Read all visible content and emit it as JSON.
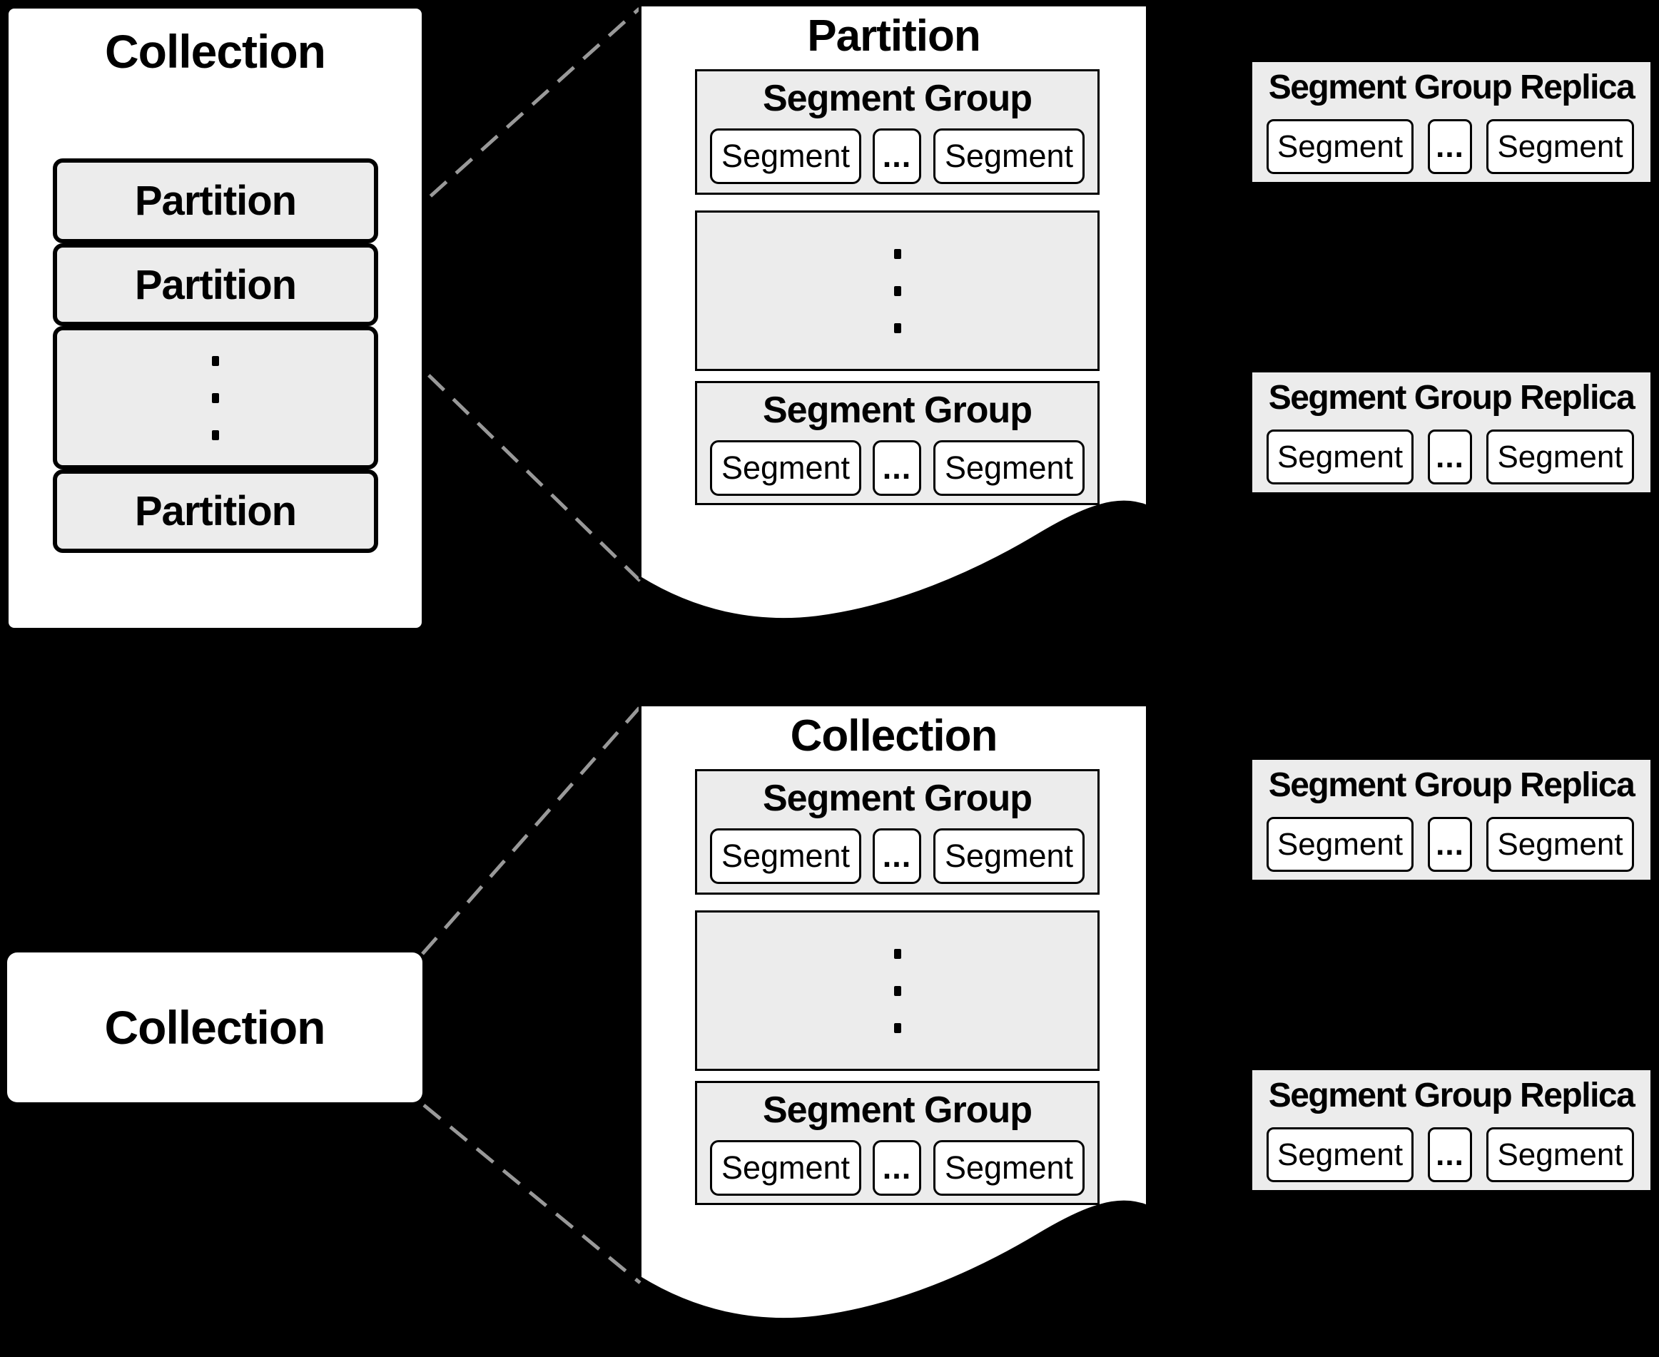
{
  "colors": {
    "background": "#000000",
    "panel_fill": "#ffffff",
    "box_fill": "#ececec",
    "border": "#000000",
    "dash_line": "#999999"
  },
  "left_card": {
    "title": "Collection",
    "partitions": [
      "Partition",
      "Partition",
      "Partition"
    ]
  },
  "top_panel": {
    "title": "Partition",
    "segment_groups": [
      {
        "title": "Segment Group",
        "segments": [
          "Segment",
          "...",
          "Segment"
        ]
      },
      {
        "title": "Segment Group",
        "segments": [
          "Segment",
          "...",
          "Segment"
        ]
      }
    ]
  },
  "bottom_left_box": {
    "title": "Collection"
  },
  "bottom_panel": {
    "title": "Collection",
    "segment_groups": [
      {
        "title": "Segment Group",
        "segments": [
          "Segment",
          "...",
          "Segment"
        ]
      },
      {
        "title": "Segment Group",
        "segments": [
          "Segment",
          "...",
          "Segment"
        ]
      }
    ]
  },
  "replicas": [
    {
      "title": "Segment Group Replica",
      "segments": [
        "Segment",
        "...",
        "Segment"
      ]
    },
    {
      "title": "Segment Group Replica",
      "segments": [
        "Segment",
        "...",
        "Segment"
      ]
    },
    {
      "title": "Segment Group Replica",
      "segments": [
        "Segment",
        "...",
        "Segment"
      ]
    },
    {
      "title": "Segment Group Replica",
      "segments": [
        "Segment",
        "...",
        "Segment"
      ]
    }
  ]
}
